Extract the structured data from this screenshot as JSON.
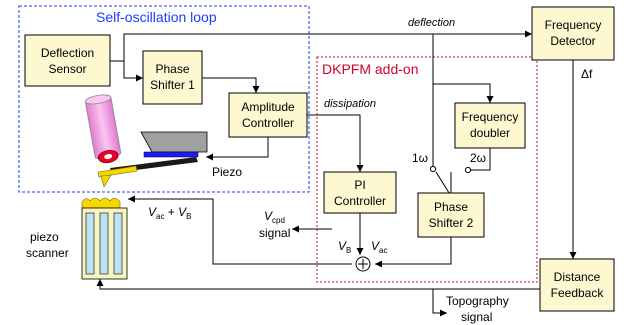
{
  "regions": {
    "self_oscillation": "Self-oscillation loop",
    "dkpfm": "DKPFM add-on"
  },
  "colors": {
    "box_fill": "#fdf8d0",
    "self_osc_border": "#1a3cff",
    "dkpfm_border": "#d4002a",
    "cantilever_tip": "#f5d800",
    "laser": "#f7a6e8",
    "piezo_blue": "#1a1aff"
  },
  "blocks": {
    "deflection_sensor": [
      "Deflection",
      "Sensor"
    ],
    "phase_shifter_1": [
      "Phase",
      "Shifter 1"
    ],
    "amplitude_controller": [
      "Amplitude",
      "Controller"
    ],
    "frequency_detector": [
      "Frequency",
      "Detector"
    ],
    "frequency_doubler": [
      "Frequency",
      "doubler"
    ],
    "pi_controller": [
      "PI",
      "Controller"
    ],
    "phase_shifter_2": [
      "Phase",
      "Shifter 2"
    ],
    "distance_feedback": [
      "Distance",
      "Feedback"
    ]
  },
  "labels": {
    "deflection": "deflection",
    "dissipation": "dissipation",
    "delta_f": "Δf",
    "piezo": "Piezo",
    "piezo_scanner": [
      "piezo",
      "scanner"
    ],
    "one_omega": "1ω",
    "two_omega": "2ω",
    "vac_vb": {
      "v1": "V",
      "s1": "ac",
      "plus": " + ",
      "v2": "V",
      "s2": "B"
    },
    "vcpd": {
      "v": "V",
      "sub": "cpd",
      "line2": "signal"
    },
    "vb": {
      "v": "V",
      "sub": "B"
    },
    "vac": {
      "v": "V",
      "sub": "ac"
    },
    "topography": [
      "Topography",
      "signal"
    ],
    "sum_symbol": "+"
  }
}
